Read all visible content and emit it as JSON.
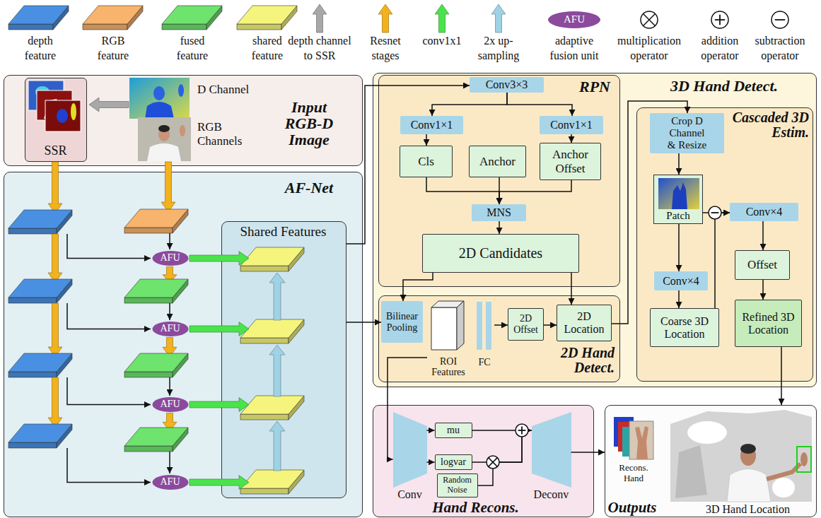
{
  "diagram": {
    "nodes": [
      {
        "text": [
          "Input RGB-D Image"
        ]
      },
      {
        "text": [
          "SSR"
        ],
        "in": 0
      },
      {
        "text": [
          "AF-Net"
        ]
      },
      {
        "text": [
          "AFU"
        ],
        "in": 2
      },
      {
        "text": [
          "AFU"
        ],
        "in": 2
      },
      {
        "text": [
          "AFU"
        ],
        "in": 2
      },
      {
        "text": [
          "AFU"
        ],
        "in": 2
      },
      {
        "text": [
          "Shared Features"
        ],
        "in": 2
      },
      {
        "text": [
          "3D Hand Detect."
        ]
      },
      {
        "text": [
          "RPN"
        ],
        "in": 8
      },
      {
        "text": [
          "Conv3×3"
        ],
        "in": 9
      },
      {
        "text": [
          "Conv1×1"
        ],
        "in": 9
      },
      {
        "text": [
          "Conv1×1"
        ],
        "in": 9
      },
      {
        "text": [
          "Cls"
        ],
        "in": 9
      },
      {
        "text": [
          "Anchor"
        ],
        "in": 9
      },
      {
        "text": [
          "Anchor Offset"
        ],
        "in": 9
      },
      {
        "text": [
          "MNS"
        ],
        "in": 9
      },
      {
        "text": [
          "2D Candidates"
        ],
        "in": 9
      },
      {
        "text": [
          "2D Hand Detect."
        ],
        "in": 8
      },
      {
        "text": [
          "Bilinear Pooling"
        ],
        "in": 18
      },
      {
        "text": [
          "ROI Features"
        ],
        "in": 18
      },
      {
        "text": [
          "FC"
        ],
        "in": 18
      },
      {
        "text": [
          "2D Offset"
        ],
        "in": 18
      },
      {
        "text": [
          "2D Location"
        ],
        "in": 18
      },
      {
        "text": [
          "Cascaded 3D Estim."
        ],
        "in": 8
      },
      {
        "text": [
          "Crop D Channel & Resize"
        ],
        "in": 24
      },
      {
        "text": [
          "Patch"
        ],
        "in": 24
      },
      {
        "text": [
          "Conv×4"
        ],
        "in": 24
      },
      {
        "text": [
          "Coarse 3D Location"
        ],
        "in": 24
      },
      {
        "text": [
          "Conv×4"
        ],
        "in": 24
      },
      {
        "text": [
          "Offset"
        ],
        "in": 24
      },
      {
        "text": [
          "Refined 3D Location"
        ],
        "in": 24
      },
      {
        "text": [
          "Hand Recons."
        ]
      },
      {
        "text": [
          "Conv"
        ],
        "in": 32
      },
      {
        "text": [
          "mu"
        ],
        "in": 32
      },
      {
        "text": [
          "logvar"
        ],
        "in": 32
      },
      {
        "text": [
          "Random Noise"
        ],
        "in": 32
      },
      {
        "text": [
          "Deconv"
        ],
        "in": 32
      },
      {
        "text": [
          "Outputs"
        ]
      }
    ],
    "edges": [
      {
        "from": 7,
        "to": 10,
        "arrow": "to"
      },
      {
        "from": 7,
        "to": 19,
        "arrow": "to"
      },
      {
        "from": 10,
        "to": 11,
        "arrow": "to"
      },
      {
        "from": 10,
        "to": 12,
        "arrow": "to"
      },
      {
        "from": 11,
        "to": 13,
        "arrow": "to"
      },
      {
        "from": 12,
        "to": 15,
        "arrow": "to"
      },
      {
        "from": 13,
        "to": 16,
        "arrow": "to"
      },
      {
        "from": 14,
        "to": 16,
        "arrow": "to"
      },
      {
        "from": 15,
        "to": 16,
        "arrow": "to"
      },
      {
        "from": 16,
        "to": 17,
        "arrow": "to"
      },
      {
        "from": 17,
        "to": 19,
        "arrow": "to"
      },
      {
        "from": 17,
        "to": 23,
        "arrow": "to"
      },
      {
        "from": 21,
        "to": 22,
        "arrow": "to"
      },
      {
        "from": 22,
        "to": 23,
        "arrow": "to"
      },
      {
        "from": 20,
        "to": 33,
        "arrow": "to"
      },
      {
        "from": 23,
        "to": 25,
        "arrow": "to"
      },
      {
        "from": 25,
        "to": 26,
        "arrow": "to"
      },
      {
        "from": 26,
        "to": 27,
        "arrow": "to"
      },
      {
        "from": 27,
        "to": 28,
        "arrow": "to"
      },
      {
        "from": 26,
        "to": 29,
        "arrow": "to"
      },
      {
        "from": 28,
        "to": 29,
        "arrow": "to"
      },
      {
        "from": 29,
        "to": 30,
        "arrow": "to"
      },
      {
        "from": 30,
        "to": 31,
        "arrow": "to"
      },
      {
        "from": 31,
        "to": 38,
        "arrow": "to"
      },
      {
        "from": 33,
        "to": 34,
        "arrow": "to"
      },
      {
        "from": 33,
        "to": 35,
        "arrow": "to"
      },
      {
        "from": 34,
        "to": 37,
        "arrow": "to"
      },
      {
        "from": 35,
        "to": 37,
        "arrow": "to"
      },
      {
        "from": 36,
        "to": 37,
        "arrow": "to"
      },
      {
        "from": 37,
        "to": 38,
        "arrow": "to"
      }
    ],
    "labels": [
      "AFU",
      "D Channel",
      "RGB Channels",
      "Recons. Hand",
      "3D Hand Location"
    ],
    "legend": [
      {
        "text": "depth feature",
        "color": "#4a90e2"
      },
      {
        "text": "RGB feature",
        "color": "#f8b36c"
      },
      {
        "text": "fused feature",
        "color": "#6ee36e"
      },
      {
        "text": "shared feature",
        "color": "#f5f57e"
      },
      {
        "text": "depth channel to SSR"
      },
      {
        "text": "Resnet stages"
      },
      {
        "text": "conv1x1"
      },
      {
        "text": "2x up-sampling"
      },
      {
        "text": "adaptive fusion unit"
      },
      {
        "text": "multiplication operator"
      },
      {
        "text": "addition operator"
      },
      {
        "text": "subtraction operator"
      }
    ]
  }
}
